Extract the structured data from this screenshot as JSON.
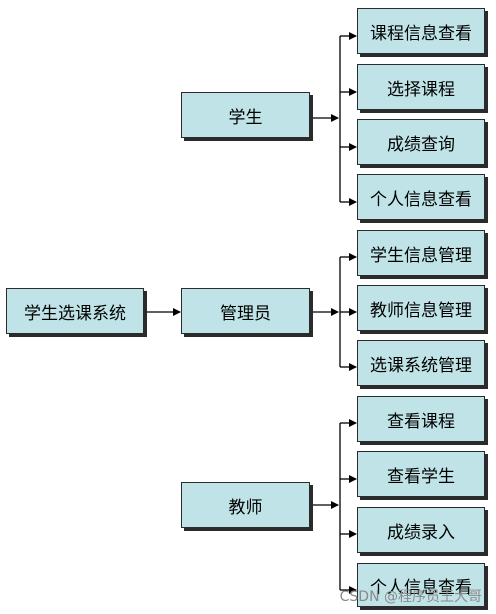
{
  "root": {
    "label": "学生选课系统"
  },
  "roles": [
    {
      "label": "学生",
      "items": [
        "课程信息查看",
        "选择课程",
        "成绩查询",
        "个人信息查看"
      ]
    },
    {
      "label": "管理员",
      "items": [
        "学生信息管理",
        "教师信息管理",
        "选课系统管理"
      ]
    },
    {
      "label": "教师",
      "items": [
        "查看课程",
        "查看学生",
        "成绩录入",
        "个人信息查看"
      ]
    }
  ],
  "watermark": "CSDN @程序员王大哥",
  "colors": {
    "box_fill": "#bfe3e6",
    "box_border": "#2b2b2b",
    "line": "#000000"
  }
}
